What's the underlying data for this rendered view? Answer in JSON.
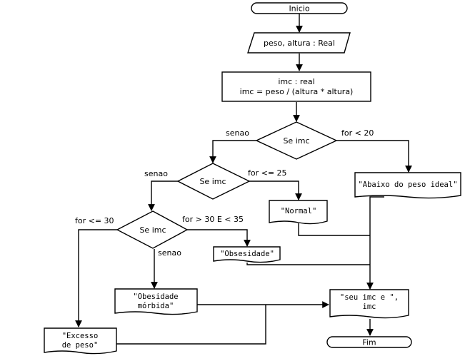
{
  "nodes": {
    "inicio": "Inicio",
    "input": "peso, altura : Real",
    "calc_line1": "imc : real",
    "calc_line2": "imc = peso / (altura * altura)",
    "decision1": "Se imc",
    "decision2": "Se imc",
    "decision3": "Se imc",
    "out_abaixo": "\"Abaixo do peso ideal\"",
    "out_normal": "\"Normal\"",
    "out_obesidade": "\"Obsesidade\"",
    "out_morbida_line1": "\"Obesidade",
    "out_morbida_line2": "mórbida\"",
    "out_excesso_line1": "\"Excesso",
    "out_excesso_line2": "de peso\"",
    "out_final_line1": "\"seu imc e \",",
    "out_final_line2": "imc",
    "fim": "Fim"
  },
  "edges": {
    "d1_no": "senao",
    "d1_yes": "for < 20",
    "d2_no": "senao",
    "d2_yes": "for <= 25",
    "d3_le30": "for <= 30",
    "d3_range": "for > 30 E < 35",
    "d3_no": "senao"
  }
}
